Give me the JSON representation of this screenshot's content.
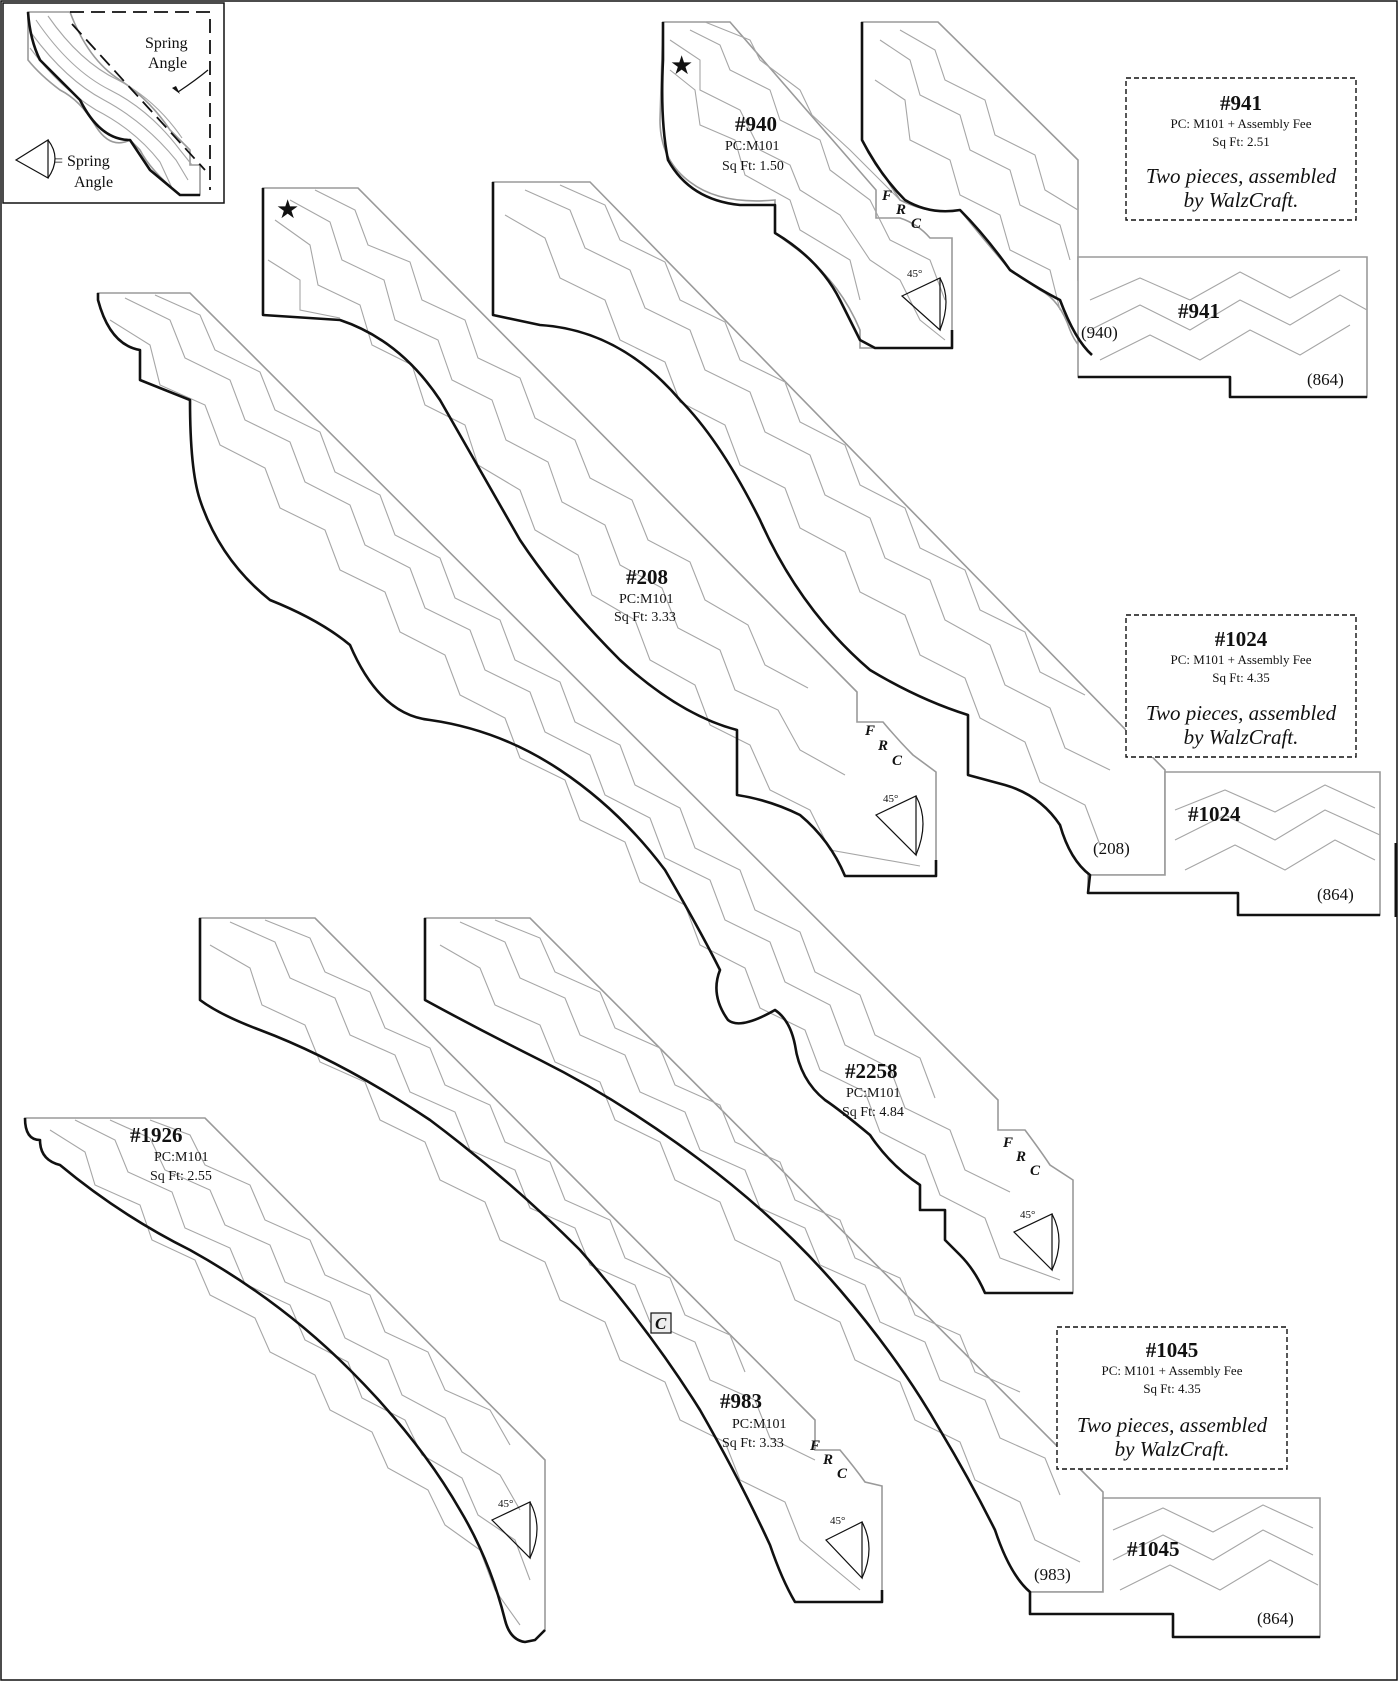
{
  "legend": {
    "spring_label_1": "Spring",
    "spring_label_2": "Angle",
    "key_text_1": "= Spring",
    "key_text_2": "Angle"
  },
  "profiles": {
    "p940": {
      "number": "#940",
      "pc": "PC:M101",
      "sqft": "Sq Ft: 1.50",
      "angle": "45°",
      "frc": [
        "F",
        "R",
        "C"
      ]
    },
    "p208": {
      "number": "#208",
      "pc": "PC:M101",
      "sqft": "Sq Ft: 3.33",
      "angle": "45°",
      "frc": [
        "F",
        "R",
        "C"
      ]
    },
    "p2258": {
      "number": "#2258",
      "pc": "PC:M101",
      "sqft": "Sq Ft: 4.84",
      "angle": "45°",
      "frc": [
        "F",
        "R",
        "C"
      ]
    },
    "p1926": {
      "number": "#1926",
      "pc": "PC:M101",
      "sqft": "Sq Ft: 2.55",
      "angle": "45°"
    },
    "p983": {
      "number": "#983",
      "pc": "PC:M101",
      "sqft": "Sq Ft: 3.33",
      "angle": "45°",
      "frc": [
        "F",
        "R",
        "C"
      ],
      "badge": "C"
    }
  },
  "assemblies": {
    "a941": {
      "number": "#941",
      "pc": "PC: M101 + Assembly Fee",
      "sqft": "Sq Ft: 2.51",
      "note_1": "Two pieces, assembled",
      "note_2": "by WalzCraft.",
      "part_top": "(940)",
      "part_bottom": "(864)"
    },
    "a1024": {
      "number": "#1024",
      "pc": "PC: M101 + Assembly Fee",
      "sqft": "Sq Ft: 4.35",
      "note_1": "Two pieces, assembled",
      "note_2": "by WalzCraft.",
      "part_top": "(208)",
      "part_bottom": "(864)"
    },
    "a1045": {
      "number": "#1045",
      "pc": "PC: M101 + Assembly Fee",
      "sqft": "Sq Ft: 4.35",
      "note_1": "Two pieces, assembled",
      "note_2": "by WalzCraft.",
      "part_top": "(983)",
      "part_bottom": "(864)"
    }
  },
  "icons": {
    "star": "star-icon",
    "angle": "spring-angle-icon"
  }
}
